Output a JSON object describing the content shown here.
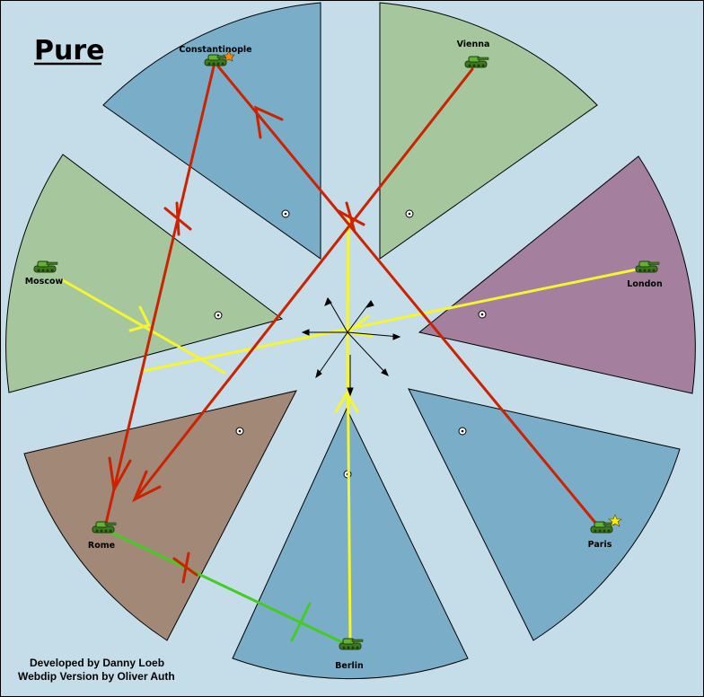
{
  "map": {
    "title": "Pure",
    "credits": [
      "Developed by Danny Loeb",
      "Webdip Version by Oliver Auth"
    ],
    "colors": {
      "background": "#c4dde8",
      "blue_territory": "#7aaec8",
      "green_territory": "#a6c79e",
      "purple_territory": "#a47f9e",
      "brown_territory": "#a18877",
      "move_order": "#cc2200",
      "support_order": "#f5f530",
      "green_order": "#44cc22"
    },
    "territories": [
      {
        "name": "Constantinople",
        "label": "Constantinople",
        "unit": "army",
        "owner_color": "blue",
        "marker": "orange-star"
      },
      {
        "name": "Vienna",
        "label": "Vienna",
        "unit": "army",
        "owner_color": "green"
      },
      {
        "name": "London",
        "label": "London",
        "unit": "army",
        "owner_color": "purple"
      },
      {
        "name": "Paris",
        "label": "Paris",
        "unit": "army",
        "owner_color": "blue",
        "marker": "yellow-star"
      },
      {
        "name": "Berlin",
        "label": "Berlin",
        "unit": "army",
        "owner_color": "blue"
      },
      {
        "name": "Rome",
        "label": "Rome",
        "unit": "army",
        "owner_color": "brown"
      },
      {
        "name": "Moscow",
        "label": "Moscow",
        "unit": "army",
        "owner_color": "green"
      }
    ],
    "orders": [
      {
        "type": "move",
        "from": "Vienna",
        "to": "Rome",
        "failed": true
      },
      {
        "type": "move",
        "from": "Paris",
        "to": "Constantinople",
        "failed": true
      },
      {
        "type": "move",
        "from": "Constantinople",
        "to": "Rome",
        "failed": true
      },
      {
        "type": "support",
        "from": "Berlin",
        "target": "center"
      },
      {
        "type": "support",
        "from": "Moscow",
        "target": "center"
      },
      {
        "type": "support",
        "from": "London",
        "target": "center"
      },
      {
        "type": "other",
        "from": "Rome",
        "to": "Berlin",
        "failed": true
      }
    ]
  }
}
